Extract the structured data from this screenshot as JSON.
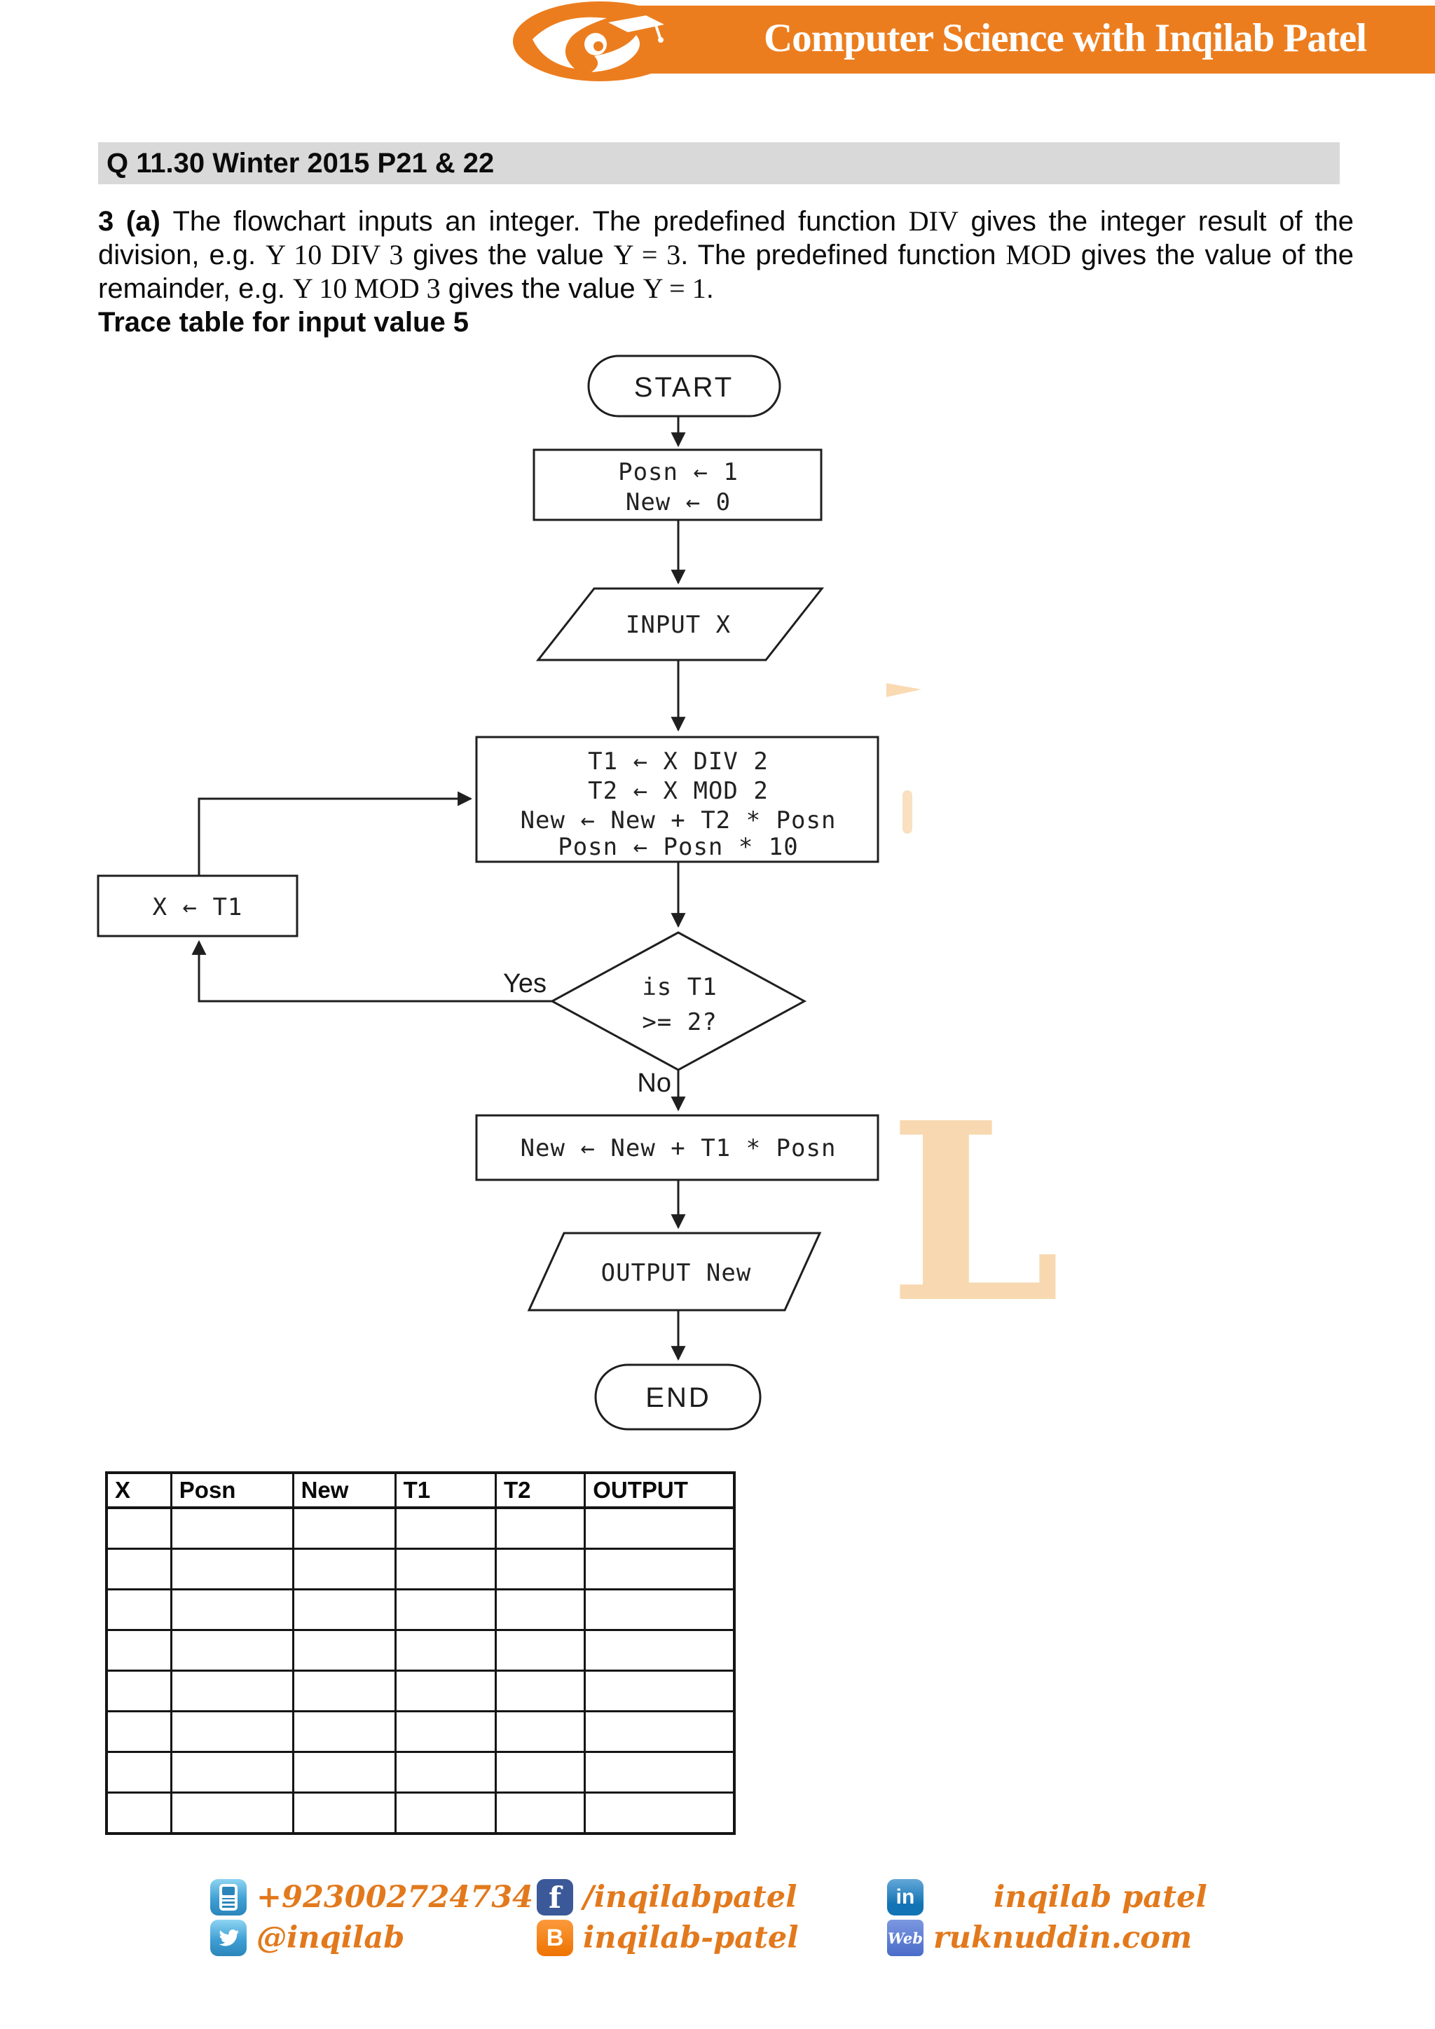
{
  "header": {
    "title": "Computer Science with Inqilab Patel",
    "banner_color": "#EC7D1E",
    "logo": "graduate-figure-logo"
  },
  "question": {
    "heading": "Q 11.30 Winter 2015 P21 & 22",
    "segments": [
      {
        "text": "3 (a) "
      },
      {
        "text": "The flowchart inputs an integer. The predefined function "
      },
      {
        "text": "DIV"
      },
      {
        "text": " gives the integer result of the division, e.g. "
      },
      {
        "text": "Y 10 DIV 3"
      },
      {
        "text": " gives the value "
      },
      {
        "text": "Y = 3"
      },
      {
        "text": ". The predefined function "
      },
      {
        "text": "MOD"
      },
      {
        "text": " gives the value of the remainder, e.g. "
      },
      {
        "text": "Y 10 MOD 3"
      },
      {
        "text": " gives the value "
      },
      {
        "text": "Y = 1"
      },
      {
        "text": "."
      }
    ],
    "trace_note": "Trace table for input value 5"
  },
  "flowchart": {
    "start_label": "START",
    "init_lines": [
      "Posn ← 1",
      "New ← 0"
    ],
    "input_label": "INPUT X",
    "process_lines": [
      "T1 ← X DIV 2",
      "T2 ← X MOD 2",
      "New ← New + T2 * Posn",
      "Posn ← Posn * 10"
    ],
    "assign_label": "X ← T1",
    "decision_lines": [
      "is T1",
      ">= 2?"
    ],
    "yes_label": "Yes",
    "no_label": "No",
    "final_process": "New ← New + T1 * Posn",
    "output_label": "OUTPUT New",
    "end_label": "END"
  },
  "watermark": {
    "letter": "L",
    "color": "#F8D8B0"
  },
  "trace_table": {
    "headers": [
      "X",
      "Posn",
      "New",
      "T1",
      "T2",
      "OUTPUT"
    ],
    "empty_rows": 8
  },
  "footer": {
    "text_color": "#E2791C",
    "items": [
      {
        "icon": "phone-icon",
        "text": "+923002724734",
        "icon_label": ""
      },
      {
        "icon": "facebook-icon",
        "text": "/inqilabpatel",
        "icon_label": "f"
      },
      {
        "icon": "linkedin-icon",
        "text": "inqilab patel",
        "icon_label": "in"
      },
      {
        "icon": "twitter-icon",
        "text": "@inqilab",
        "icon_label": ""
      },
      {
        "icon": "blogger-icon",
        "text": "inqilab-patel",
        "icon_label": "B"
      },
      {
        "icon": "web-icon",
        "text": "ruknuddin.com",
        "icon_label": "Web"
      }
    ]
  }
}
